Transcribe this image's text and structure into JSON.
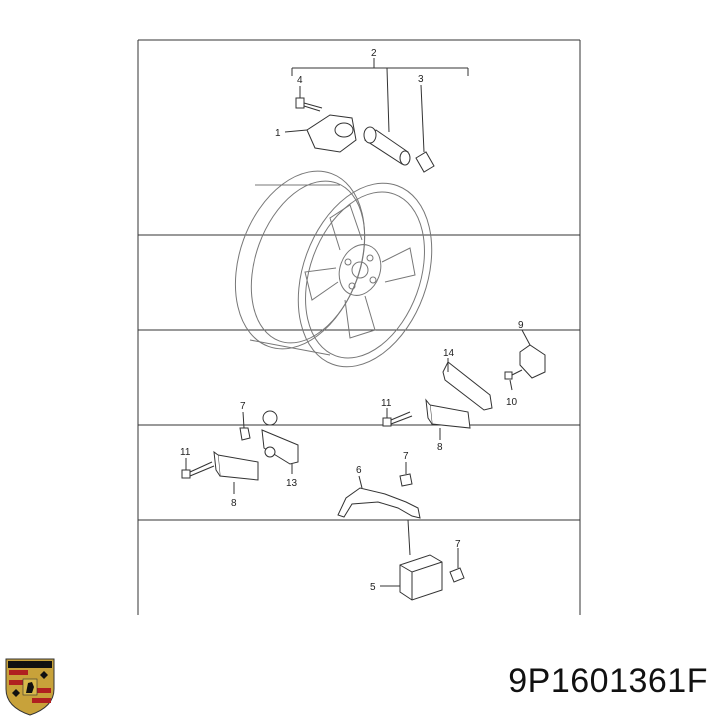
{
  "diagram": {
    "callouts": [
      "1",
      "2",
      "3",
      "4",
      "5",
      "6",
      "7",
      "8",
      "9",
      "10",
      "11",
      "13",
      "14"
    ]
  },
  "logo": {
    "brand_text": "PORSCHE"
  },
  "part_number": "9P1601361F"
}
